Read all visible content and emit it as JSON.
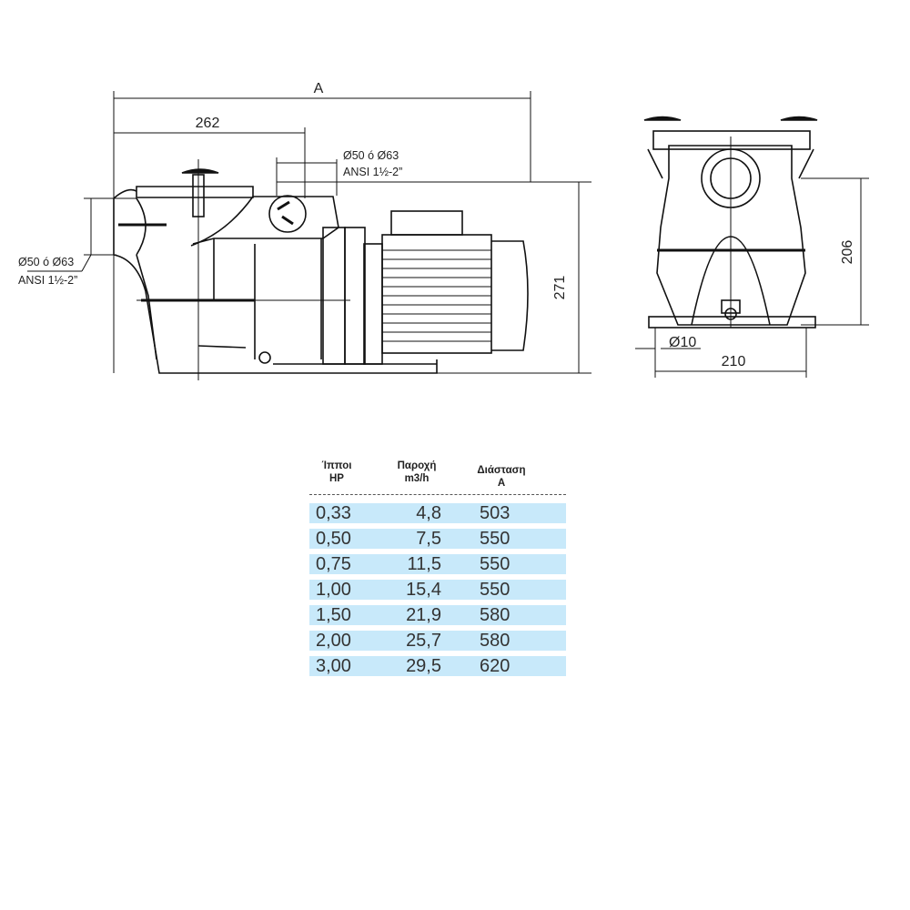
{
  "drawing": {
    "dim_A": "A",
    "dim_262": "262",
    "outlet_size_line1": "Ø50 ó Ø63",
    "outlet_size_line2": "ANSI 1½-2”",
    "inlet_size_line1": "Ø50 ó Ø63",
    "inlet_size_line2": "ANSI 1½-2”",
    "dim_271": "271",
    "dim_206": "206",
    "dim_hole": "Ø10",
    "dim_210": "210"
  },
  "table": {
    "headers": [
      {
        "line1": "Ίπποι",
        "line2": "HP"
      },
      {
        "line1": "Παροχή",
        "line2": "m3/h"
      },
      {
        "line1": "Διάσταση",
        "line2": "A"
      }
    ],
    "rows": [
      [
        "0,33",
        "4,8",
        "503"
      ],
      [
        "0,50",
        "7,5",
        "550"
      ],
      [
        "0,75",
        "11,5",
        "550"
      ],
      [
        "1,00",
        "15,4",
        "550"
      ],
      [
        "1,50",
        "21,9",
        "580"
      ],
      [
        "2,00",
        "25,7",
        "580"
      ],
      [
        "3,00",
        "29,5",
        "620"
      ]
    ],
    "row_color": "#c8e9fa"
  }
}
